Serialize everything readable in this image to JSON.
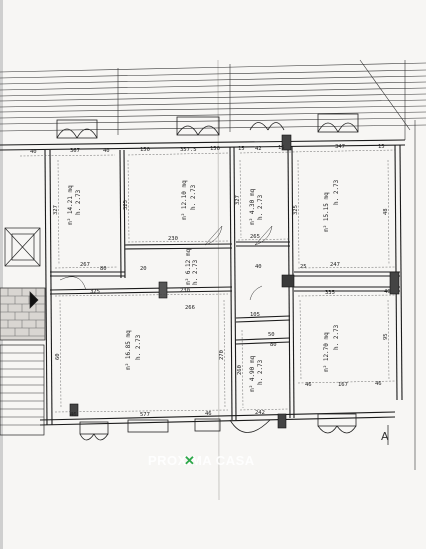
{
  "plan": {
    "rooms": [
      {
        "id": "room-1",
        "height": "h. 2.73",
        "area": "m² 14.21 mq"
      },
      {
        "id": "room-2",
        "height": "h. 2.73",
        "area": "m² 12.10 mq"
      },
      {
        "id": "room-3",
        "height": "h. 2.73",
        "area": "m² 15.15 mq"
      },
      {
        "id": "room-4",
        "height": "h. 2.73",
        "area": "m² 16.85 mq"
      },
      {
        "id": "room-5",
        "height": "h. 2.73",
        "area": "m² 12.70 mq"
      },
      {
        "id": "room-6",
        "height": "h. 2.73",
        "area": "m² 4.30 mq"
      },
      {
        "id": "corridor",
        "height": "h. 2.73",
        "area": "m² 6.12 mq"
      },
      {
        "id": "room-7",
        "height": "h. 2.73",
        "area": "m² 4.90 mq"
      }
    ],
    "dimensions": {
      "top_left": [
        "40",
        "367",
        "40"
      ],
      "top_mid": [
        "150",
        "357.5",
        "150"
      ],
      "top_right": [
        "15",
        "42",
        "15",
        "347",
        "15"
      ],
      "mid_a": [
        "267",
        "230",
        "265",
        "247"
      ],
      "mid_b": [
        "325",
        "230",
        "266",
        "335",
        "40"
      ],
      "bottom": [
        "46",
        "577",
        "46",
        "242",
        "46",
        "167",
        "46"
      ],
      "vertical": [
        "327",
        "325",
        "327",
        "325",
        "48",
        "60",
        "270",
        "260",
        "95"
      ],
      "small": [
        "80",
        "20",
        "40",
        "105",
        "50",
        "25",
        "80"
      ]
    },
    "axis_mark": "A",
    "brand_watermark": "PROXIMA CASA"
  }
}
